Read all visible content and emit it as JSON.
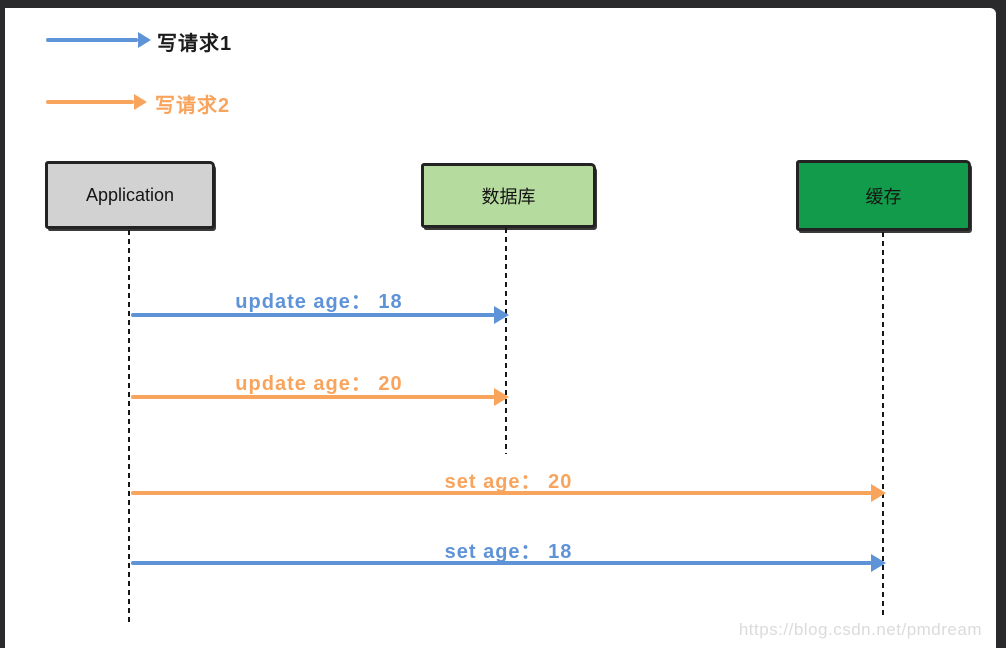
{
  "legend": {
    "items": [
      {
        "label": "写请求1",
        "arrow_color": "#5f93d8",
        "text_color": "#1c1c1c"
      },
      {
        "label": "写请求2",
        "arrow_color": "#f9a45c",
        "text_color": "#f9a45c"
      }
    ]
  },
  "actors": [
    {
      "label": "Application",
      "fill": "#d2d2d2",
      "text_color": "#141414"
    },
    {
      "label": "数据库",
      "fill": "#b6db9e",
      "text_color": "#141414"
    },
    {
      "label": "缓存",
      "fill": "#129b4a",
      "text_color": "#141414"
    }
  ],
  "messages": [
    {
      "label": "update age： 18",
      "from": "Application",
      "to": "数据库",
      "request": "写请求1",
      "color": "#5f93d8"
    },
    {
      "label": "update age： 20",
      "from": "Application",
      "to": "数据库",
      "request": "写请求2",
      "color": "#f9a45c"
    },
    {
      "label": "set age： 20",
      "from": "Application",
      "to": "缓存",
      "request": "写请求2",
      "color": "#f9a45c"
    },
    {
      "label": "set age： 18",
      "from": "Application",
      "to": "缓存",
      "request": "写请求1",
      "color": "#5f93d8"
    }
  ],
  "watermark": "https://blog.csdn.net/pmdream",
  "colors": {
    "frame": "#2a2a2d",
    "canvas": "#ffffff",
    "lifeline": "#161616",
    "watermark": "#dbdbdb"
  }
}
